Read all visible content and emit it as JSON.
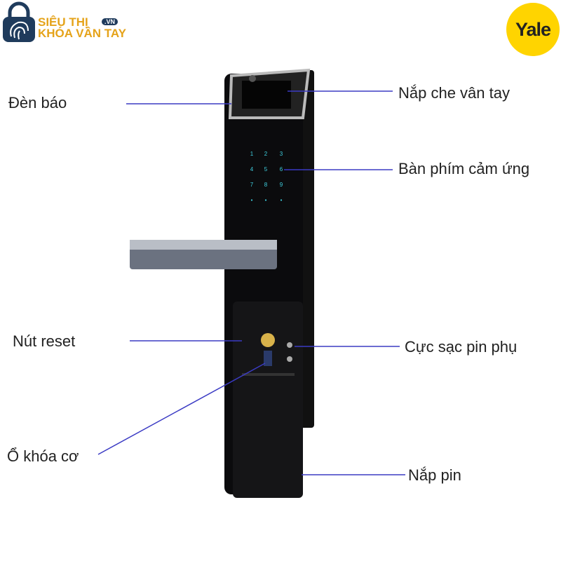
{
  "logo": {
    "line1": "SIÊU THỊ",
    "line2": "KHÓA VÂN TAY",
    "badge": ".VN"
  },
  "brand": {
    "name": "Yale",
    "color": "#ffd400"
  },
  "line_color": "#3b3bc4",
  "labels": {
    "indicator": "Đèn báo",
    "fingerprint_cover": "Nắp che vân tay",
    "touch_keypad": "Bàn phím cảm ứng",
    "reset_button": "Nút reset",
    "backup_charging": "Cực sạc pin phụ",
    "mechanical_lock": "Ổ khóa cơ",
    "battery_cover": "Nắp pin"
  },
  "keypad": [
    "1",
    "2",
    "3",
    "4",
    "5",
    "6",
    "7",
    "8",
    "9",
    "•",
    "•",
    "•"
  ]
}
